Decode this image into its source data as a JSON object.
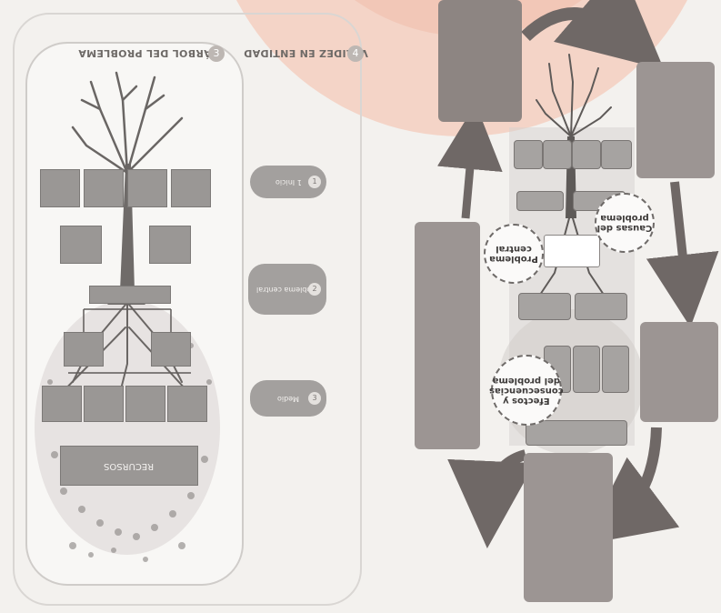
{
  "left_panel": {
    "title_tree": "ÁRBOL DEL PROBLEMA",
    "title_values": "VALIDEZ EN ENTIDAD",
    "number_tree": "3",
    "number_values": "4",
    "root_title": "RECURSOS",
    "side_pills": [
      {
        "label": "1 Inicio",
        "num": "1"
      },
      {
        "label": "Problema central",
        "num": "2"
      },
      {
        "label": "Medio",
        "num": "3"
      }
    ]
  },
  "right_diagram": {
    "circle_causes": "Causas del problema",
    "circle_central": "Problema central",
    "circle_effects": "Efectos y consecuencias del problema"
  }
}
